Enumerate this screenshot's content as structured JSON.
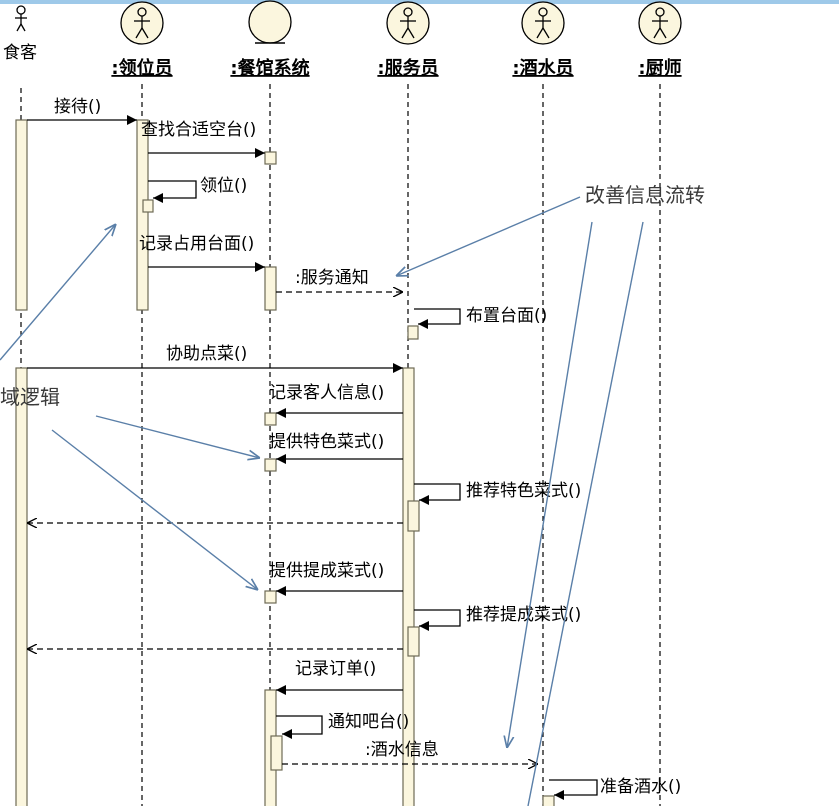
{
  "diagram": {
    "colors": {
      "top_bar": "#9ec9e9",
      "activation_fill": "#fbf6de",
      "activation_stroke": "#6d6a55",
      "annotation_line": "#5a7fa8",
      "message_line": "#000000"
    },
    "lifelines": {
      "customer": {
        "label": "食客",
        "icon": "stick-figure-icon"
      },
      "host": {
        "label": ":领位员",
        "icon": "actor-circle-icon"
      },
      "system": {
        "label": ":餐馆系统",
        "icon": "entity-circle-icon"
      },
      "waiter": {
        "label": ":服务员",
        "icon": "actor-circle-icon"
      },
      "bartender": {
        "label": ":酒水员",
        "icon": "actor-circle-icon"
      },
      "chef": {
        "label": ":厨师",
        "icon": "actor-circle-icon"
      }
    },
    "messages": {
      "greet": "接待()",
      "find_table": "查找合适空台()",
      "seat": "领位()",
      "record_occupied": "记录占用台面()",
      "service_notice": ":服务通知",
      "set_table": "布置台面()",
      "assist_order": "协助点菜()",
      "record_guest": "记录客人信息()",
      "provide_specials": "提供特色菜式()",
      "recommend_specials": "推荐特色菜式()",
      "provide_suggestions": "提供提成菜式()",
      "recommend_suggestions": "推荐提成菜式()",
      "record_order": "记录订单()",
      "notify_bar": "通知吧台()",
      "drink_info": ":酒水信息",
      "prepare_drinks": "准备酒水()"
    },
    "annotations": {
      "info_flow": "改善信息流转",
      "domain_logic": "领域逻辑"
    }
  }
}
